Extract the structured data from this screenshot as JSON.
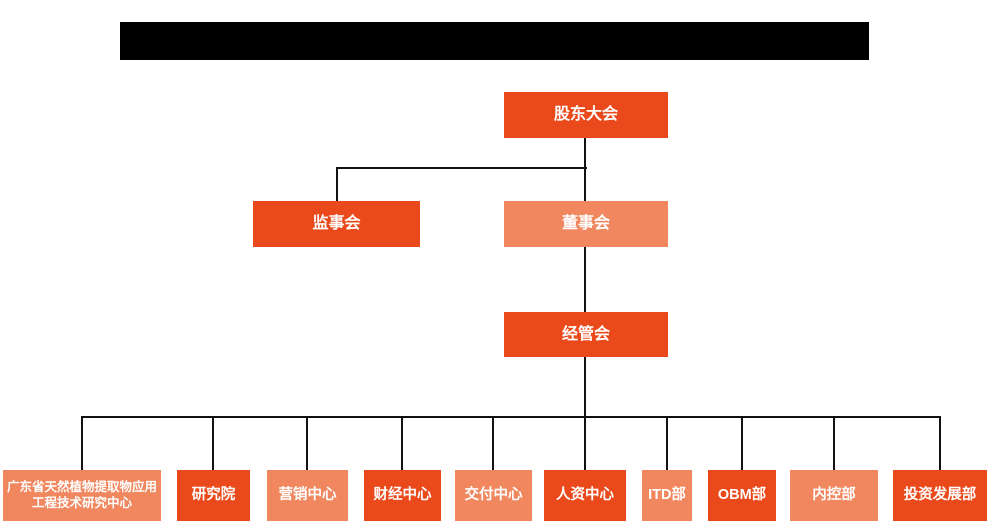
{
  "title_bar": {
    "type": "redacted-black-bar",
    "text": ""
  },
  "colors": {
    "node_primary": "#ea4a1b",
    "node_secondary": "#f0875f",
    "connector_line": "#111111",
    "node_text": "#ffffff",
    "title_bar_fill": "#000000",
    "background": "#ffffff"
  },
  "org_chart": {
    "type": "org-chart",
    "nodes": {
      "shareholders_meeting": {
        "label": "股东大会",
        "variant": "primary"
      },
      "supervisory_board": {
        "label": "监事会",
        "variant": "primary"
      },
      "board_of_directors": {
        "label": "董事会",
        "variant": "secondary"
      },
      "management_committee": {
        "label": "经管会",
        "variant": "primary"
      },
      "dept_research_center": {
        "label": "广东省天然植物提取物应用工程技术研究中心",
        "variant": "secondary"
      },
      "dept_research_institute": {
        "label": "研究院",
        "variant": "primary"
      },
      "dept_marketing_center": {
        "label": "营销中心",
        "variant": "secondary"
      },
      "dept_finance_center": {
        "label": "财经中心",
        "variant": "primary"
      },
      "dept_delivery_center": {
        "label": "交付中心",
        "variant": "secondary"
      },
      "dept_hr_center": {
        "label": "人资中心",
        "variant": "primary"
      },
      "dept_itd": {
        "label": "ITD部",
        "variant": "secondary"
      },
      "dept_obm": {
        "label": "OBM部",
        "variant": "primary"
      },
      "dept_internal_control": {
        "label": "内控部",
        "variant": "secondary"
      },
      "dept_investment_dev": {
        "label": "投资发展部",
        "variant": "primary"
      }
    },
    "hierarchy": [
      {
        "parent": "股东大会",
        "children": [
          "监事会",
          "董事会"
        ]
      },
      {
        "parent": "董事会",
        "children": [
          "经管会"
        ]
      },
      {
        "parent": "经管会",
        "children": [
          "广东省天然植物提取物应用工程技术研究中心",
          "研究院",
          "营销中心",
          "财经中心",
          "交付中心",
          "人资中心",
          "ITD部",
          "OBM部",
          "内控部",
          "投资发展部"
        ]
      }
    ]
  }
}
